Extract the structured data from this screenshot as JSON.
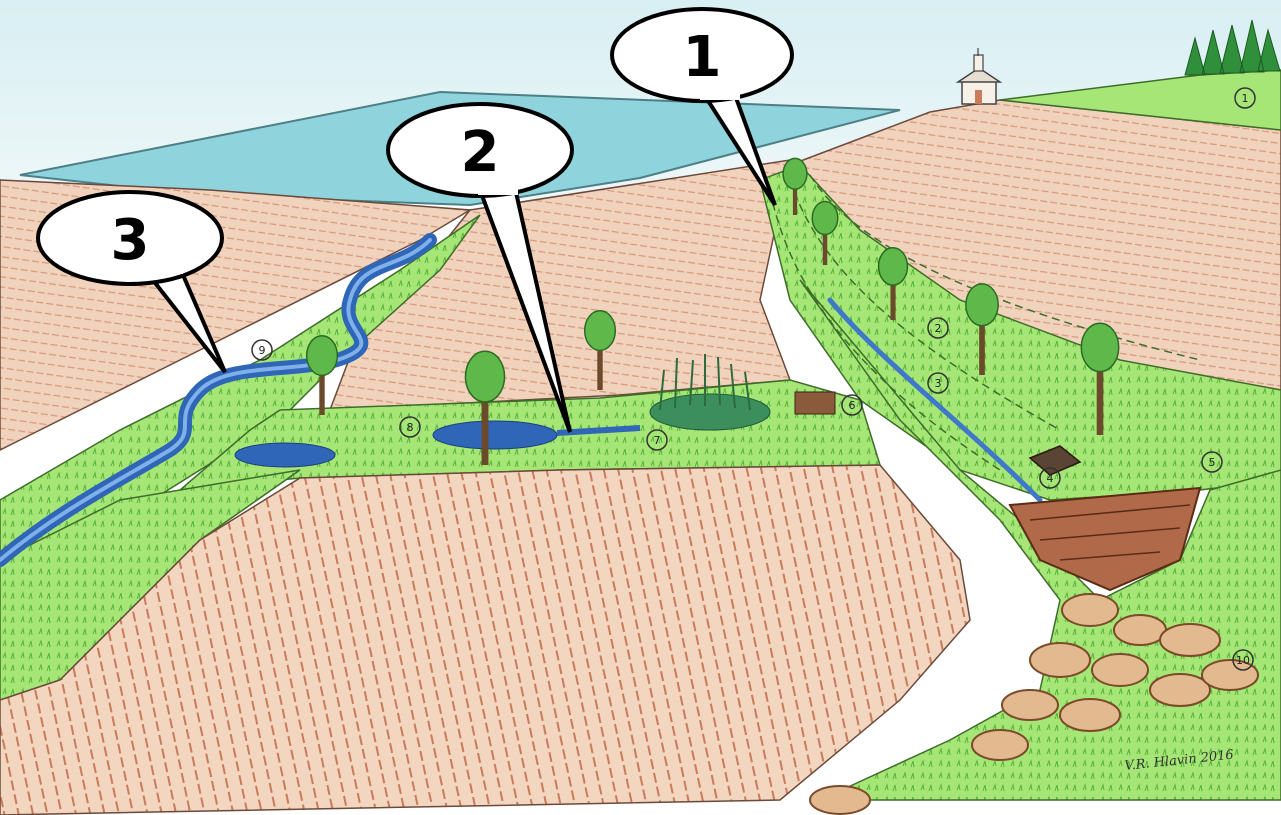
{
  "callouts": [
    {
      "label": "1",
      "name": "callout-1"
    },
    {
      "label": "2",
      "name": "callout-2"
    },
    {
      "label": "3",
      "name": "callout-3"
    }
  ],
  "markers": [
    "1",
    "2",
    "3",
    "4",
    "5",
    "6",
    "7",
    "8",
    "9",
    "10"
  ],
  "signature": "V.R. Hlavin 2016",
  "colors": {
    "sky": "#cfe9ef",
    "lake": "#8fd3dd",
    "field": "#f3d6c0",
    "furrow": "#c97b5a",
    "grass": "#9be36a",
    "water": "#2f66b8",
    "tree": "#5fb84a",
    "trunk": "#6b4a2b"
  }
}
